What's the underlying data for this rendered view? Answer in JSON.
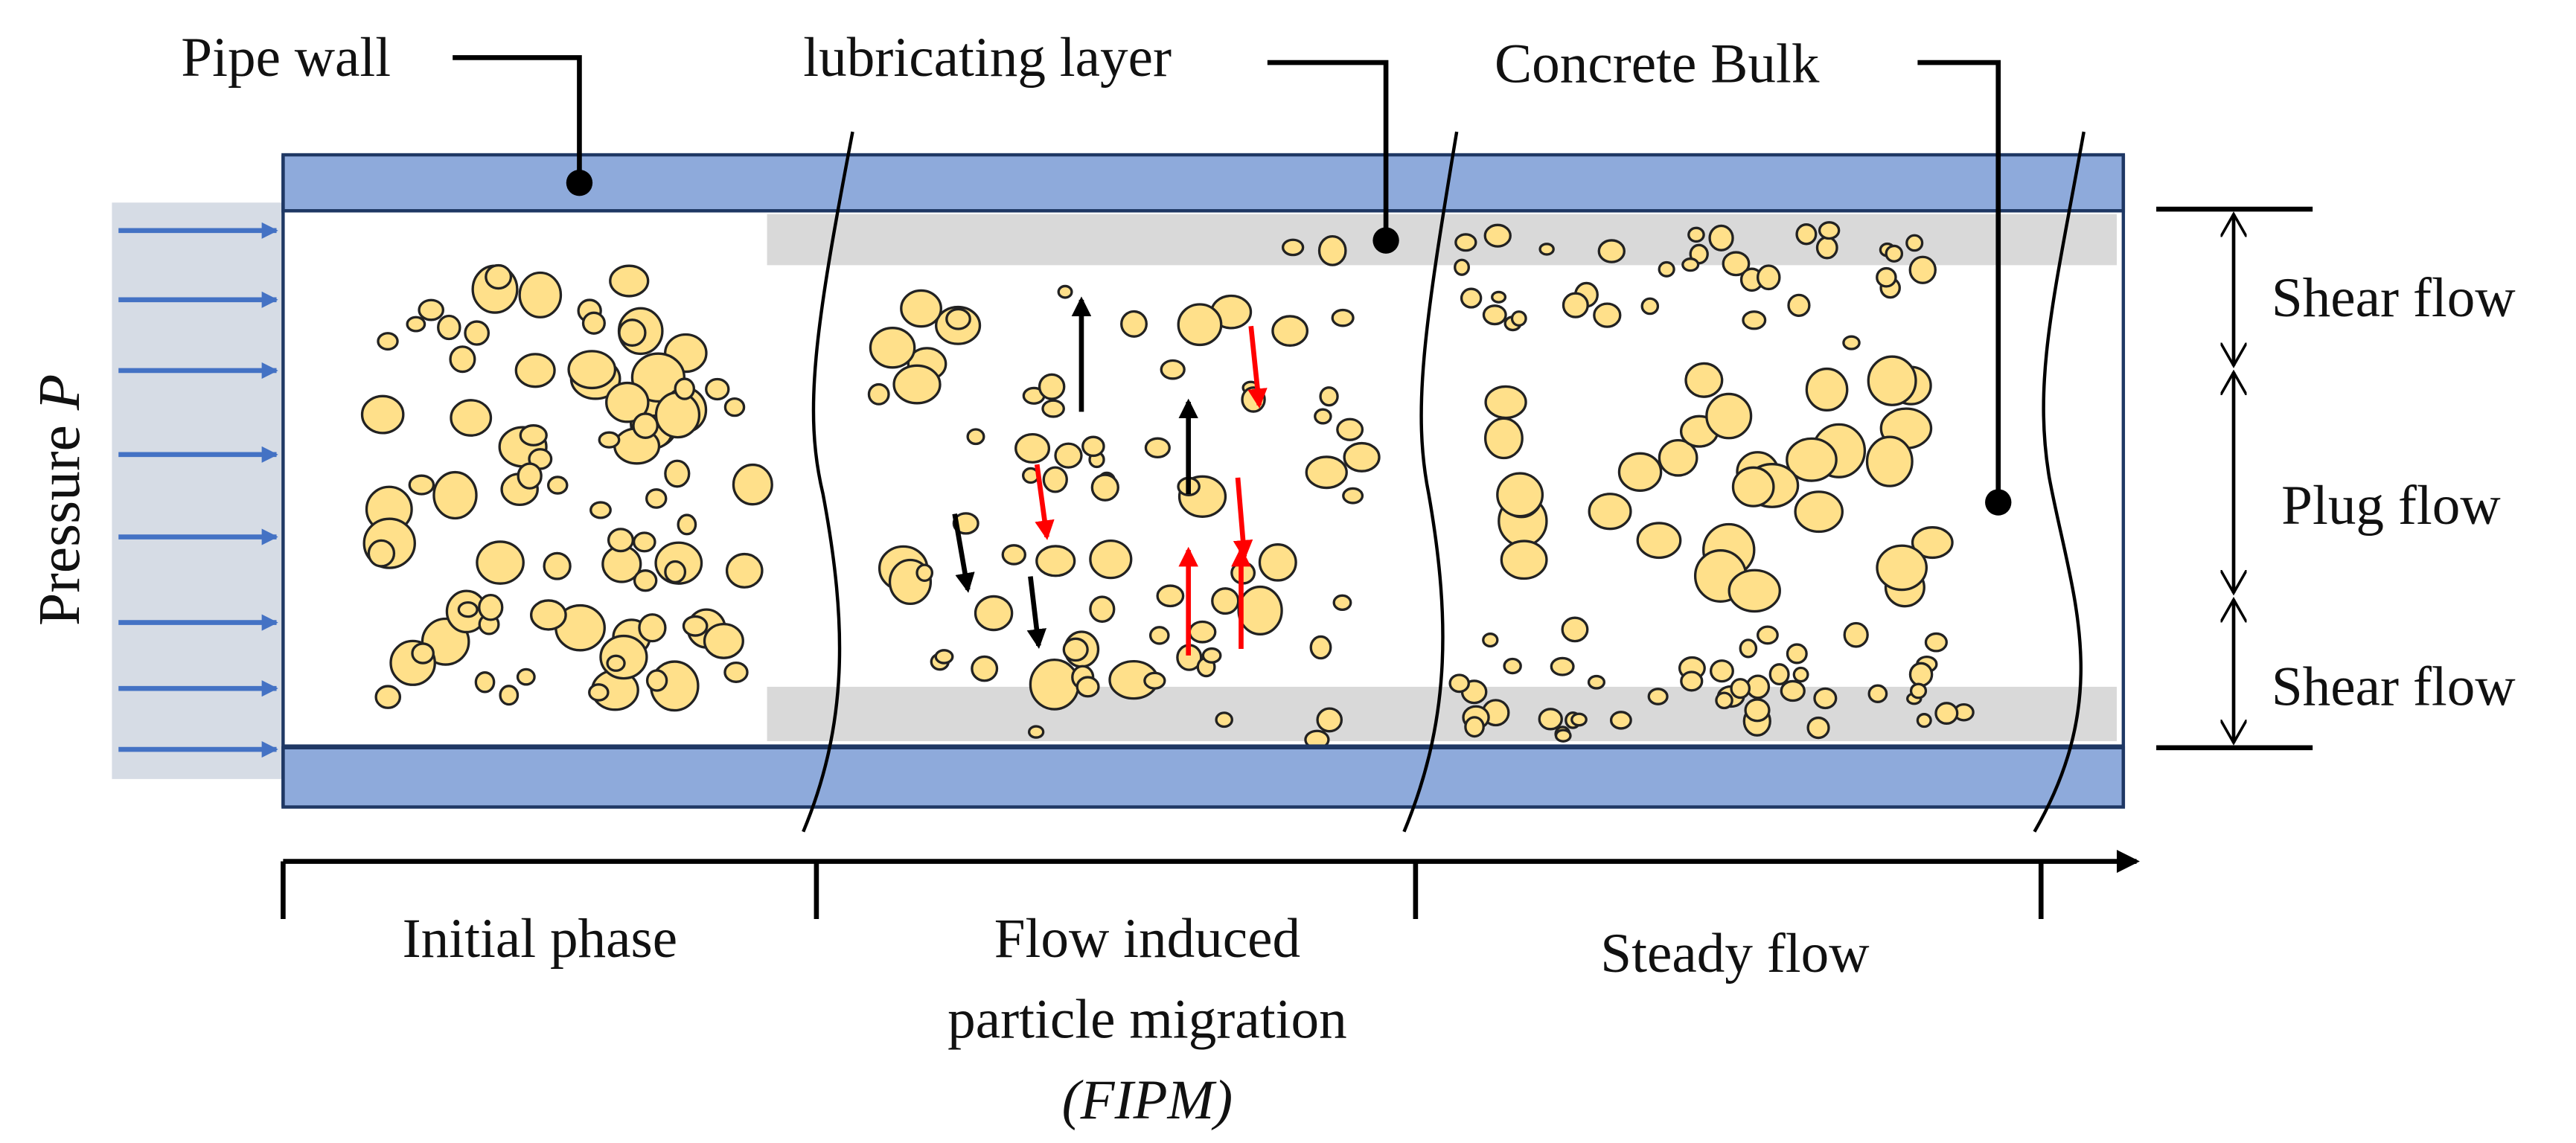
{
  "labels": {
    "pipe_wall": "Pipe wall",
    "lubricating_layer": "lubricating layer",
    "concrete_bulk": "Concrete Bulk",
    "pressure_prefix": "Pressure ",
    "pressure_symbol": "P",
    "shear_flow_top": "Shear flow",
    "plug_flow": "Plug flow",
    "shear_flow_bottom": "Shear flow",
    "initial_phase": "Initial phase",
    "fipm_line1": "Flow induced",
    "fipm_line2": "particle migration",
    "fipm_abbrev": "(FIPM)",
    "steady_flow": "Steady flow"
  },
  "colors": {
    "pipe_wall": "#8eaadb",
    "pipe_wall_border": "#1f3864",
    "lubricating_layer": "#d9d9d9",
    "pressure_zone": "#d6dce5",
    "pressure_arrow": "#4472c4",
    "particle_fill": "#ffe08a",
    "particle_stroke": "#222222",
    "migration_outward": "#ff0000",
    "migration_inward": "#000000"
  },
  "icons": {
    "particle": "aggregate-particle-icon",
    "pressure_arrow": "arrow-right-icon",
    "migration_arrow": "arrow-icon",
    "dimension_arrow": "double-headed-arrow-icon"
  }
}
